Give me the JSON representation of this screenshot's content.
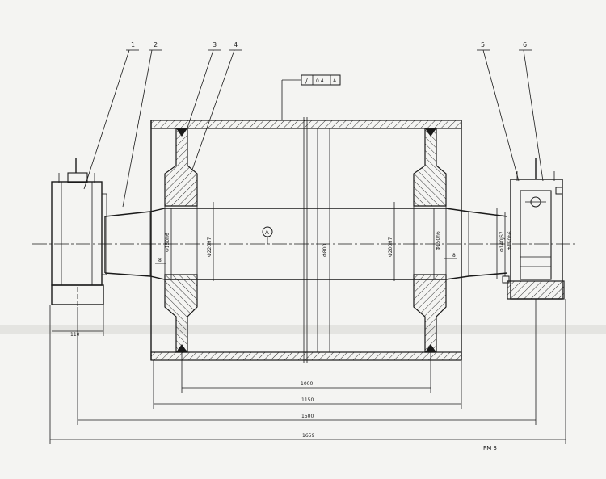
{
  "drawing": {
    "part_labels": [
      "1",
      "2",
      "3",
      "4",
      "5",
      "6"
    ],
    "tolerance_frame": {
      "symbol": "/",
      "value": "0.4",
      "datum": "A"
    },
    "datum_marker": "A",
    "diameters": {
      "shaft_left_bearing": "Φ150h6",
      "shaft_left_seat": "Φ220H7",
      "drum_outer": "Φ800",
      "shaft_right_seat": "Φ200H7",
      "shaft_right_bearing": "Φ150h6",
      "bearing_housing": "Φ140JS7",
      "bearing_bore": "Φ150h6"
    },
    "small_marks": [
      "8",
      "8"
    ],
    "dimensions": {
      "inner_width": "1000",
      "drum_length": "1150",
      "bearing_span": "1500",
      "overall_length": "1659",
      "left_bearing": "110"
    },
    "corner_mark": "PM 3"
  },
  "colors": {
    "paper": "#f4f4f2",
    "ink": "#1a1a1a"
  }
}
